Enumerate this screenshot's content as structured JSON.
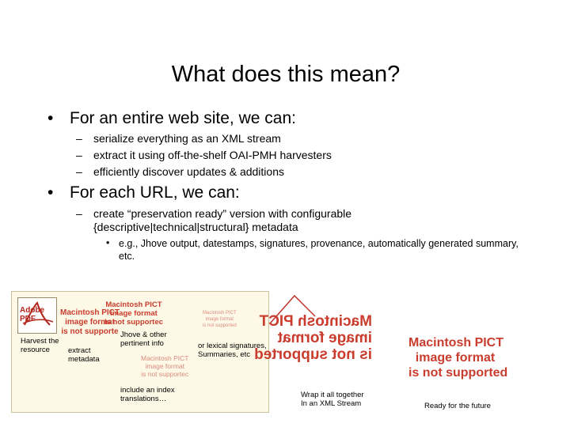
{
  "title": "What does this mean?",
  "bullets": [
    {
      "text": "For an entire web site, we can:",
      "sub": [
        "serialize everything as an XML stream",
        "extract it using off-the-shelf OAI-PMH harvesters",
        "efficiently discover updates & additions"
      ]
    },
    {
      "text": "For each URL, we can:",
      "sub": [
        "create “preservation ready” version with configurable",
        "{descriptive|technical|structural} metadata"
      ],
      "subsub": "e.g., Jhove output, datestamps, signatures, provenance, automatically generated summary, etc."
    }
  ],
  "markers": {
    "bullet": "•",
    "dash": "–"
  },
  "diagram": {
    "harvest_label_1": "Harvest the",
    "harvest_label_2": "resource",
    "extract_label_1": "extract",
    "extract_label_2": "metadata",
    "jhove_label_1": "Jhove & other",
    "jhove_label_2": "pertinent info",
    "lexical_label_1": "or lexical signatures,",
    "lexical_label_2": "Summaries, etc",
    "index_label_1": "include an index",
    "index_label_2": "translations…",
    "wrap_label_1": "Wrap it all together",
    "wrap_label_2": "In an XML Stream",
    "ready_label": "Ready for the future",
    "adobe_logo_text": "Adobe PDF",
    "pict_line1": "Macintosh PICT",
    "pict_line2": "image format",
    "pict_line3": "is not supported",
    "pict_cut_line3": "is not supporte",
    "pict_cut_line3b": "is not supportec",
    "colors": {
      "pict_red": "#c93c2e",
      "panel_bg": "#fdf9e6",
      "arrow": "#c0342a"
    }
  }
}
